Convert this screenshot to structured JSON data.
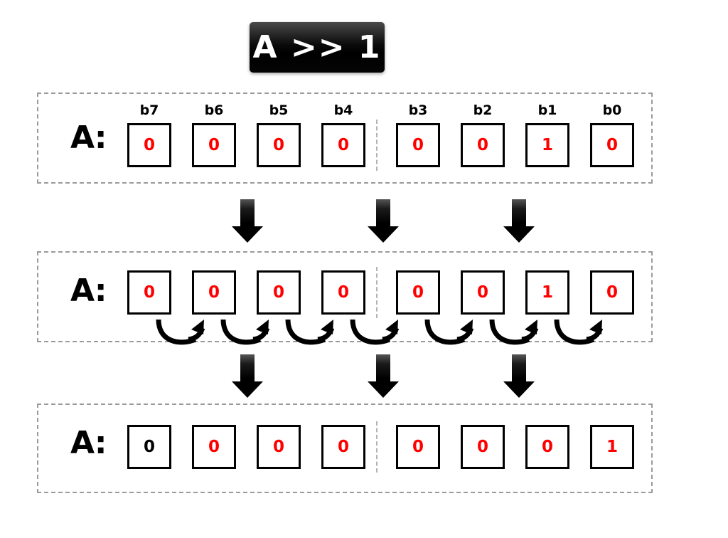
{
  "title": {
    "text": "A >> 1",
    "background_color": "#000000",
    "text_color": "#ffffff"
  },
  "colors": {
    "bit_value_active": "#ff0000",
    "bit_value_shifted_in": "#000000",
    "cell_border": "#000000",
    "container_border": "#9a9a9a",
    "divider": "#b3b3b3",
    "arrow": "#000000",
    "background": "#ffffff"
  },
  "bit_labels": [
    "b7",
    "b6",
    "b5",
    "b4",
    "b3",
    "b2",
    "b1",
    "b0"
  ],
  "rows": [
    {
      "id": "row-1",
      "label": "A:",
      "show_bit_labels": true,
      "show_shift_arrows": false,
      "values": [
        "0",
        "0",
        "0",
        "0",
        "0",
        "0",
        "1",
        "0"
      ],
      "value_colors": [
        "red",
        "red",
        "red",
        "red",
        "red",
        "red",
        "red",
        "red"
      ]
    },
    {
      "id": "row-2",
      "label": "A:",
      "show_bit_labels": false,
      "show_shift_arrows": true,
      "values": [
        "0",
        "0",
        "0",
        "0",
        "0",
        "0",
        "1",
        "0"
      ],
      "value_colors": [
        "red",
        "red",
        "red",
        "red",
        "red",
        "red",
        "red",
        "red"
      ]
    },
    {
      "id": "row-3",
      "label": "A:",
      "show_bit_labels": false,
      "show_shift_arrows": false,
      "values": [
        "0",
        "0",
        "0",
        "0",
        "0",
        "0",
        "0",
        "1"
      ],
      "value_colors": [
        "black",
        "red",
        "red",
        "red",
        "red",
        "red",
        "red",
        "red"
      ]
    }
  ],
  "down_arrow_groups": [
    {
      "id": "arrow-gap-1",
      "count": 3
    },
    {
      "id": "arrow-gap-2",
      "count": 3
    }
  ],
  "shift_arrow_count": 7,
  "icons": {
    "down_arrow": "down-arrow-icon",
    "curved_shift_arrow": "curved-right-arrow-icon"
  }
}
